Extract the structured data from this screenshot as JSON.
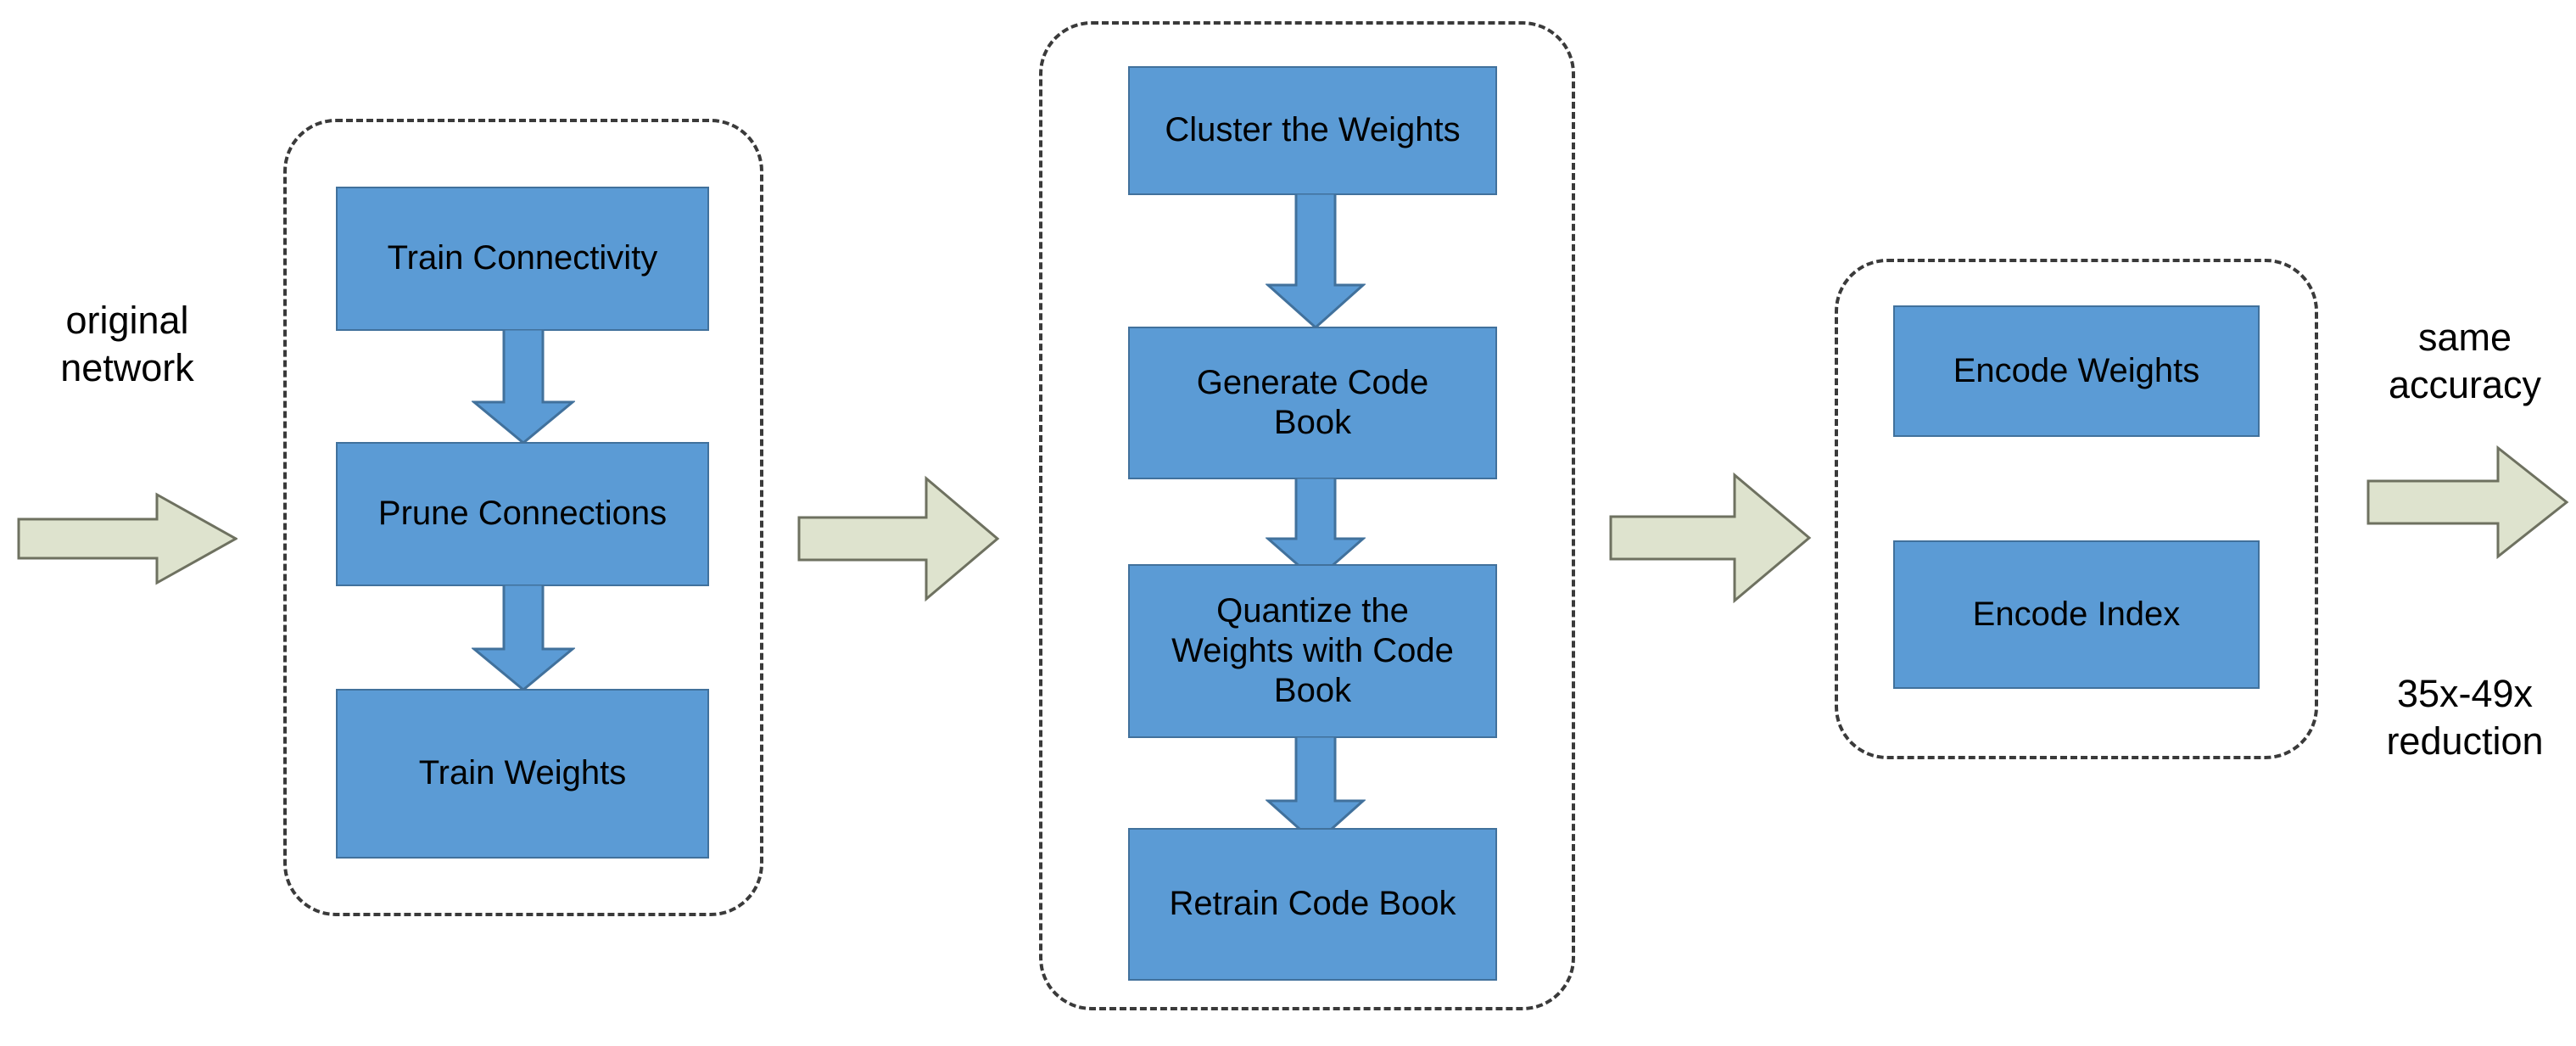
{
  "diagram": {
    "title": "Deep Compression three-stage pipeline",
    "colors": {
      "node_fill": "#5B9BD5",
      "node_stroke": "#41719C",
      "stage_arrow_fill": "#DEE3CE",
      "stage_arrow_stroke": "#6E7160",
      "group_border": "#3A3A3A",
      "text": "#000000",
      "background": "#FFFFFF"
    },
    "captions": {
      "input": "original\nnetwork",
      "output_accuracy": "same\naccuracy",
      "output_reduction": "35x-49x\nreduction"
    },
    "groups": [
      {
        "id": "pruning",
        "nodes": [
          {
            "id": "train-connectivity",
            "label": "Train Connectivity"
          },
          {
            "id": "prune-connections",
            "label": "Prune Connections"
          },
          {
            "id": "train-weights",
            "label": "Train Weights"
          }
        ],
        "connectors": [
          "down-arrow",
          "down-arrow"
        ]
      },
      {
        "id": "quantization",
        "nodes": [
          {
            "id": "cluster-the-weights",
            "label": "Cluster the Weights"
          },
          {
            "id": "generate-code-book",
            "label": "Generate Code\nBook"
          },
          {
            "id": "quantize-the-weights-with-code-book",
            "label": "Quantize the\nWeights with Code\nBook"
          },
          {
            "id": "retrain-code-book",
            "label": "Retrain Code Book"
          }
        ],
        "connectors": [
          "down-arrow",
          "down-arrow",
          "down-arrow"
        ]
      },
      {
        "id": "huffman-encoding",
        "nodes": [
          {
            "id": "encode-weights",
            "label": "Encode Weights"
          },
          {
            "id": "encode-index",
            "label": "Encode Index"
          }
        ],
        "connectors": []
      }
    ],
    "stage_arrows": [
      {
        "id": "stage-arrow-input"
      },
      {
        "id": "stage-arrow-1"
      },
      {
        "id": "stage-arrow-2"
      },
      {
        "id": "stage-arrow-output"
      }
    ]
  }
}
